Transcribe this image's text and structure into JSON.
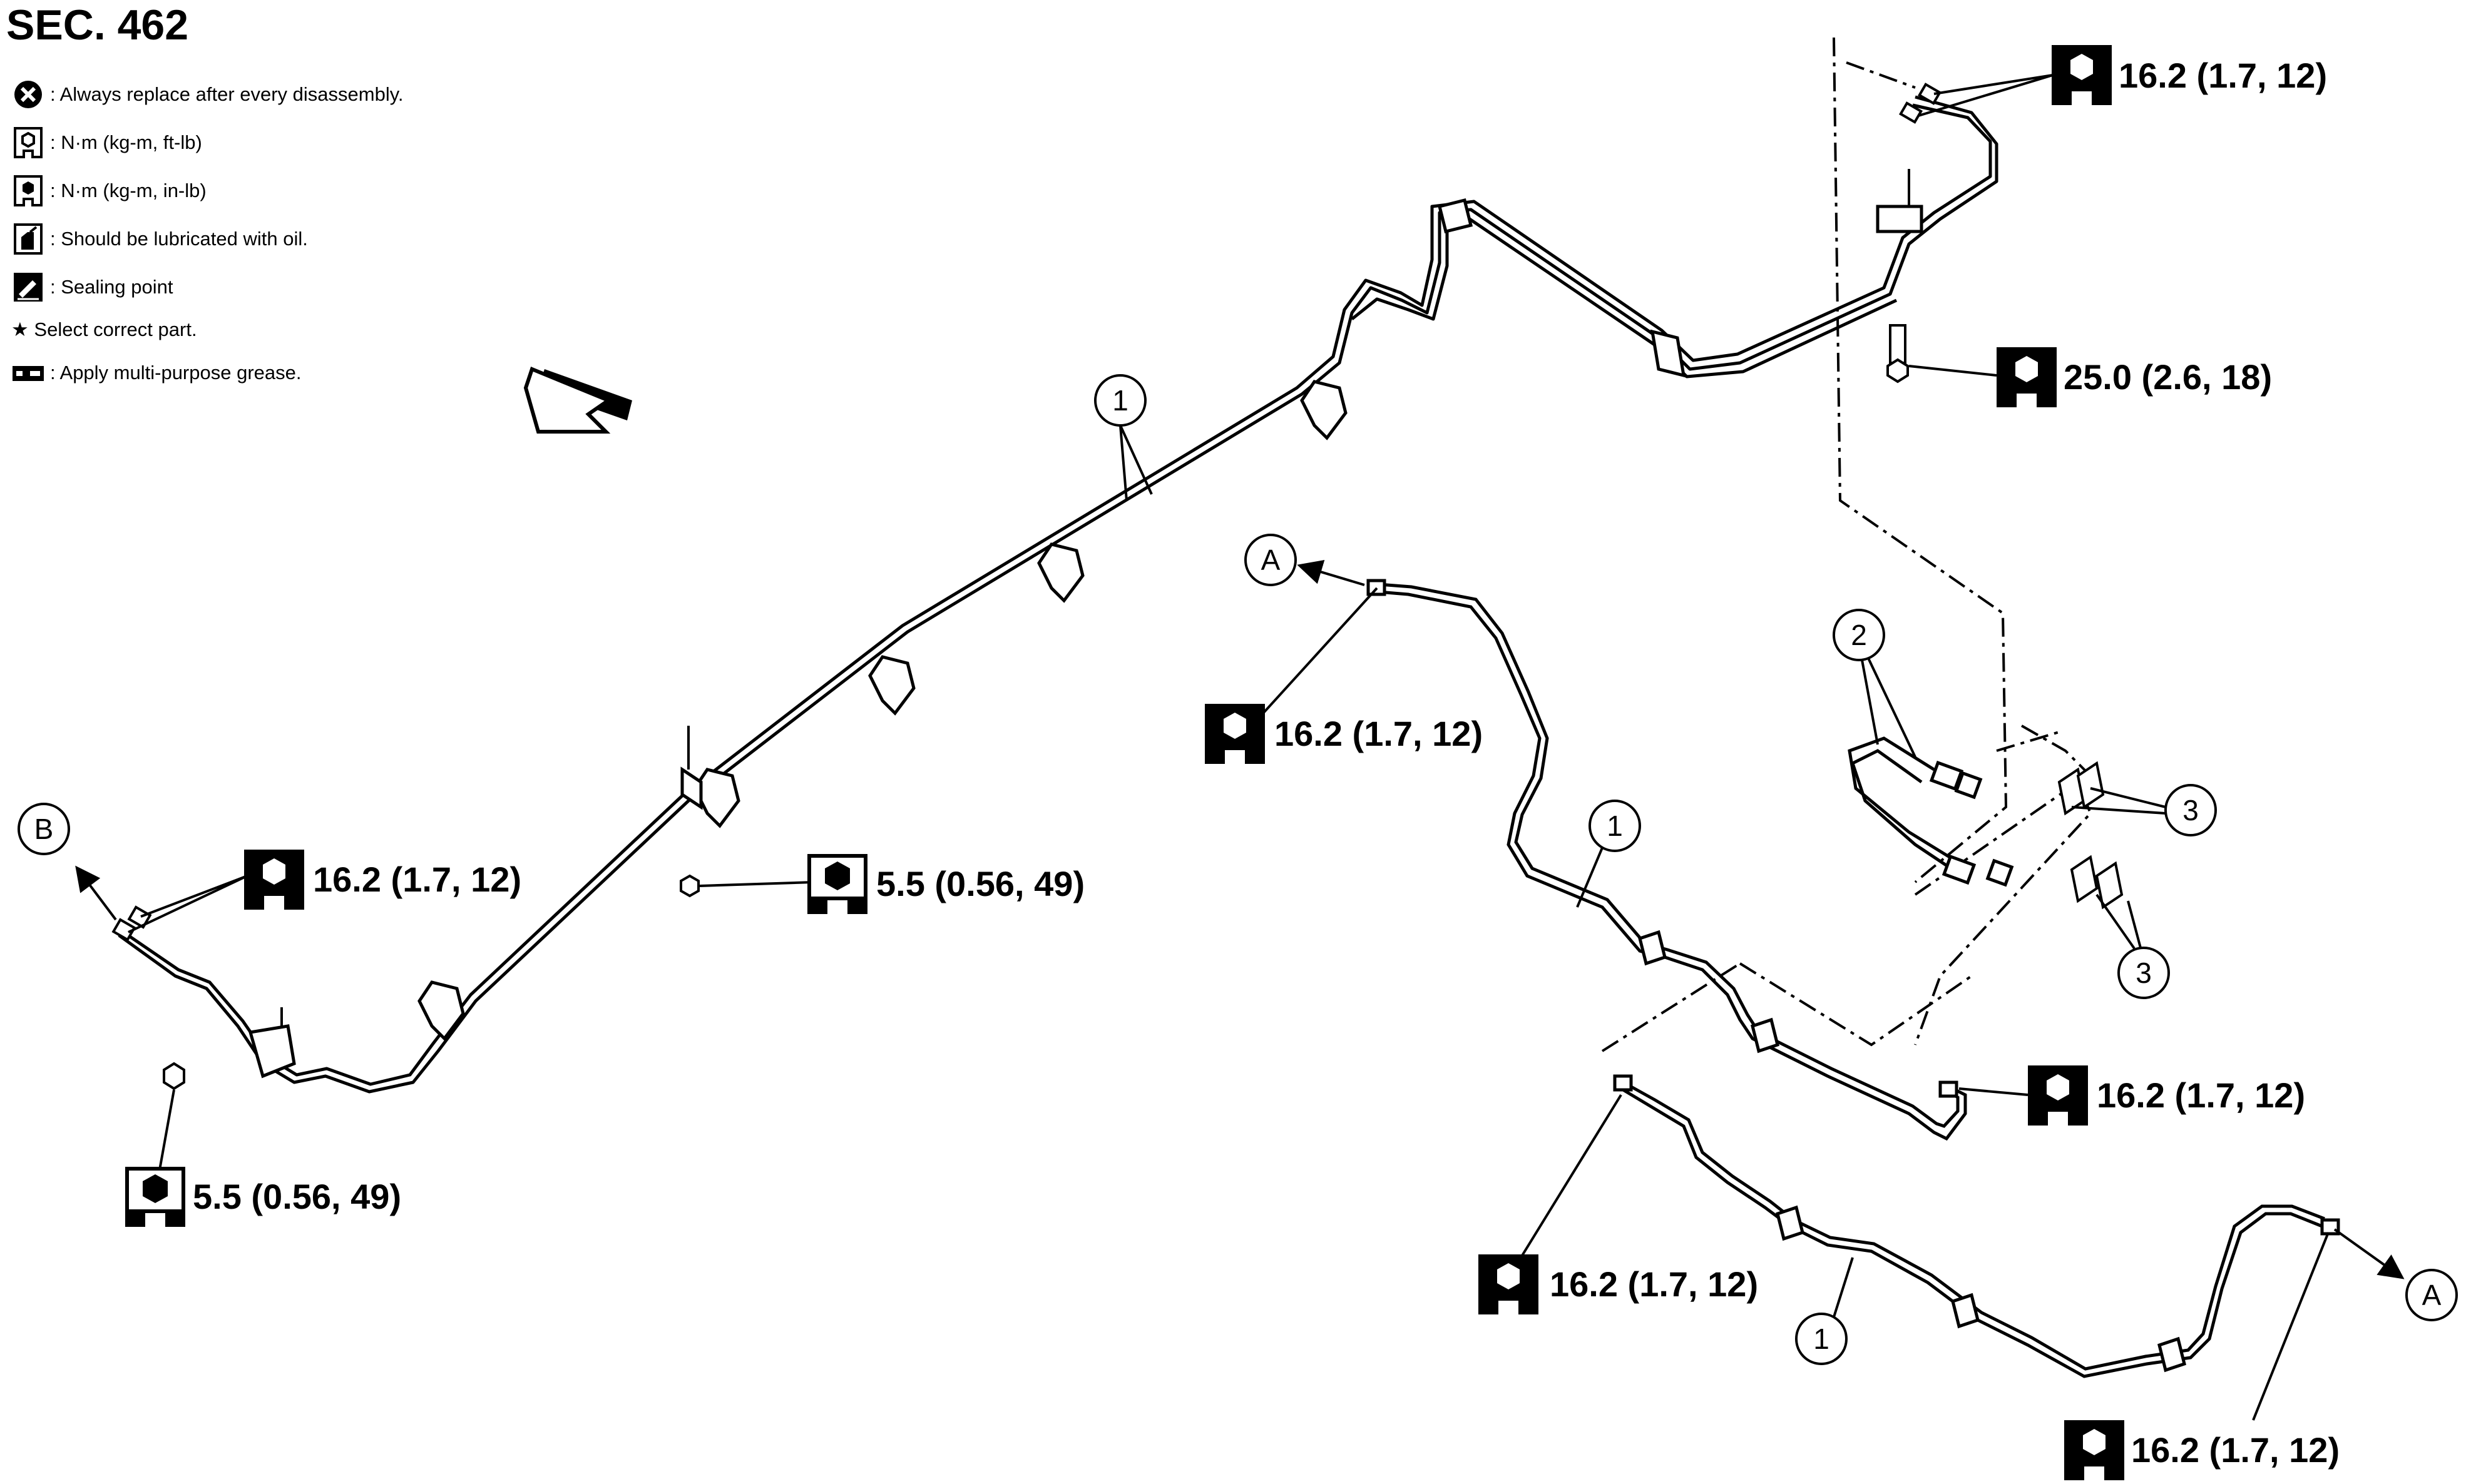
{
  "section_title": "SEC. 462",
  "legend": [
    {
      "icon": "always-replace-icon",
      "text": ": Always replace after every disassembly."
    },
    {
      "icon": "torque-wrench-ftlb-icon",
      "text": ": N·m (kg-m, ft-lb)"
    },
    {
      "icon": "torque-wrench-inlb-icon",
      "text": ": N·m (kg-m, in-lb)"
    },
    {
      "icon": "oil-can-icon",
      "text": ": Should be lubricated with oil."
    },
    {
      "icon": "sealing-point-icon",
      "text": ": Sealing point"
    },
    {
      "icon": "star-icon",
      "text": "★ Select correct part."
    },
    {
      "icon": "grease-icon",
      "text": ": Apply multi-purpose grease."
    }
  ],
  "torque_labels": {
    "t1": "16.2 (1.7, 12)",
    "t2": "25.0 (2.6, 18)",
    "t3": "16.2 (1.7, 12)",
    "t4": "5.5 (0.56, 49)",
    "t5": "16.2 (1.7, 12)",
    "t6": "5.5 (0.56, 49)",
    "t7": "16.2 (1.7, 12)",
    "t8": "16.2 (1.7, 12)",
    "t9": "16.2 (1.7, 12)"
  },
  "callouts": {
    "c1a": "1",
    "c1b": "1",
    "c1c": "1",
    "c2": "2",
    "c3a": "3",
    "c3b": "3",
    "cA1": "A",
    "cA2": "A",
    "cB": "B"
  },
  "colors": {
    "line": "#000000",
    "background": "#ffffff",
    "icon_fill": "#000000"
  }
}
